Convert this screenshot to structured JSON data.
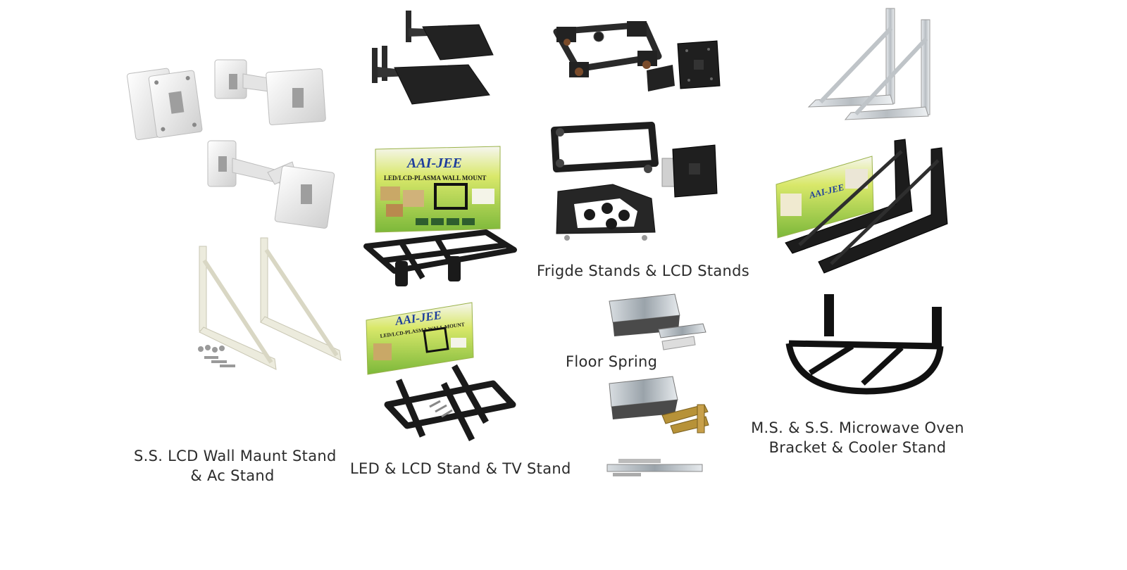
{
  "captions": {
    "lcd_wall_mount_line1": "S.S. LCD Wall Maunt Stand",
    "lcd_wall_mount_line2": "& Ac Stand",
    "led_lcd_tv_stand": "LED & LCD Stand & TV Stand",
    "fridge_lcd_stands": "Frigde Stands & LCD Stands",
    "floor_spring": "Floor Spring",
    "microwave_line1": "M.S. & S.S. Microwave Oven",
    "microwave_line2": "Bracket & Cooler Stand"
  },
  "packaging": {
    "brand": "AAI-JEE",
    "subtitle": "LED/LCD-PLASMA WALL MOUNT"
  },
  "colors": {
    "caption": "#2b2b2b",
    "black_metal": "#1c1c1c",
    "white_metal": "#eeeeee",
    "steel": "#c9cdd1",
    "box_green": "#8cc63f",
    "brand_blue": "#1d3d9c"
  }
}
